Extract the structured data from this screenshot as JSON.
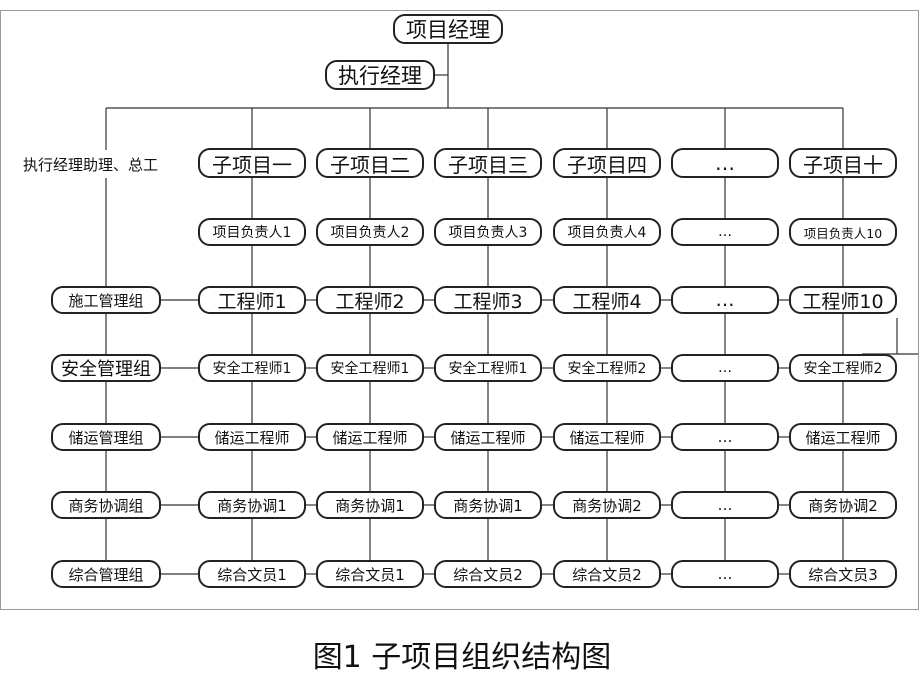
{
  "top": {
    "pm": "项目经理",
    "exec_pm": "执行经理"
  },
  "left_column": {
    "assistant": "执行经理助理、总工",
    "groups": [
      "施工管理组",
      "安全管理组",
      "储运管理组",
      "商务协调组",
      "综合管理组"
    ]
  },
  "columns": [
    {
      "title": "子项目一",
      "cells": [
        "项目负责人1",
        "工程师1",
        "安全工程师1",
        "储运工程师",
        "商务协调1",
        "综合文员1"
      ]
    },
    {
      "title": "子项目二",
      "cells": [
        "项目负责人2",
        "工程师2",
        "安全工程师1",
        "储运工程师",
        "商务协调1",
        "综合文员1"
      ]
    },
    {
      "title": "子项目三",
      "cells": [
        "项目负责人3",
        "工程师3",
        "安全工程师1",
        "储运工程师",
        "商务协调1",
        "综合文员2"
      ]
    },
    {
      "title": "子项目四",
      "cells": [
        "项目负责人4",
        "工程师4",
        "安全工程师2",
        "储运工程师",
        "商务协调2",
        "综合文员2"
      ]
    },
    {
      "title": "…",
      "cells": [
        "…",
        "…",
        "…",
        "…",
        "…",
        "…"
      ]
    },
    {
      "title": "子项目十",
      "cells": [
        "项目负责人10",
        "工程师10",
        "安全工程师2",
        "储运工程师",
        "商务协调2",
        "综合文员3"
      ]
    }
  ],
  "caption": "图1 子项目组织结构图"
}
